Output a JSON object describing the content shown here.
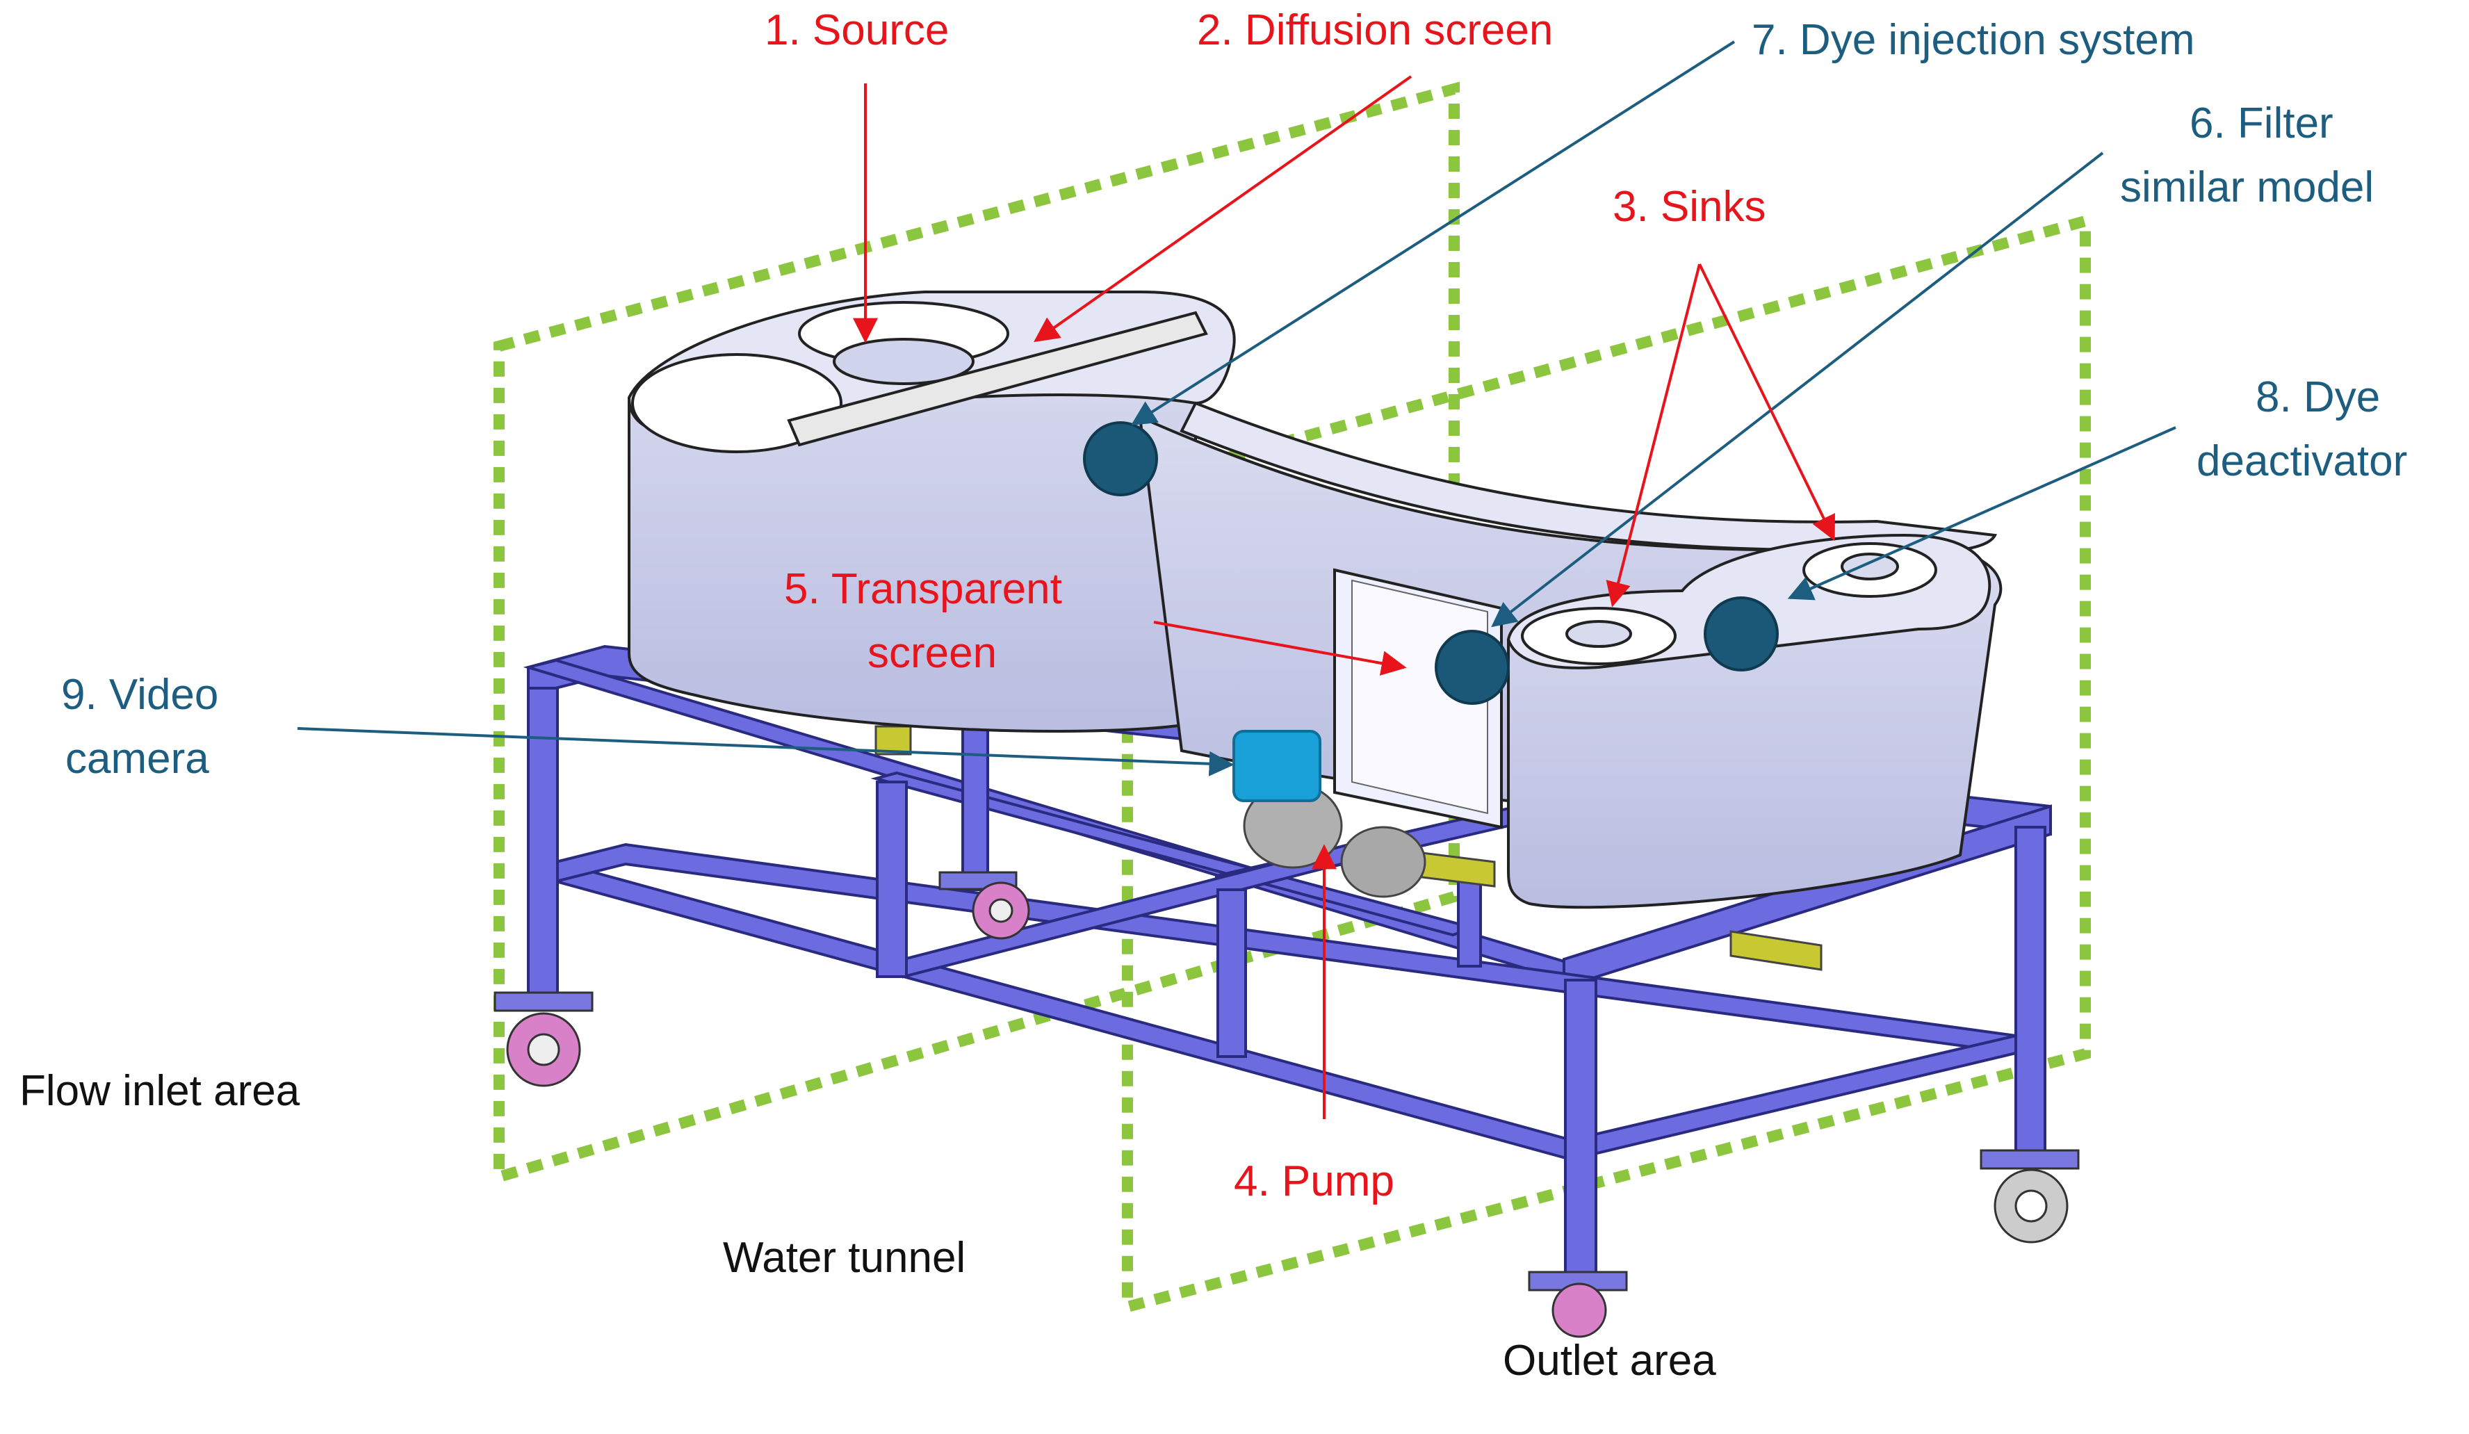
{
  "colors": {
    "red": "#e8141b",
    "teal": "#1d5e80",
    "green_dash": "#8cc63f",
    "frame": "#6c6ce0",
    "frame_edge": "#2a2a80",
    "tank": "#c8cbe8",
    "marker": "#1b5877",
    "camera": "#1aa0d8",
    "pipe": "#c8c832",
    "caster": "#d880c8"
  },
  "labels": {
    "source": "1. Source",
    "diffusion_screen": "2. Diffusion screen",
    "dye_injection": "7. Dye injection system",
    "filter_line1": "6. Filter",
    "filter_line2": "similar model",
    "sinks": "3. Sinks",
    "dye_deact_line1": "8. Dye",
    "dye_deact_line2": "deactivator",
    "transparent_line1": "5. Transparent",
    "transparent_line2": "screen",
    "camera_line1": "9. Video",
    "camera_line2": "camera",
    "flow_inlet": "Flow inlet area",
    "pump": "4. Pump",
    "water_tunnel": "Water tunnel",
    "outlet": "Outlet area"
  },
  "icons": {
    "marker": "circle-marker-icon",
    "camera": "video-camera-icon"
  }
}
